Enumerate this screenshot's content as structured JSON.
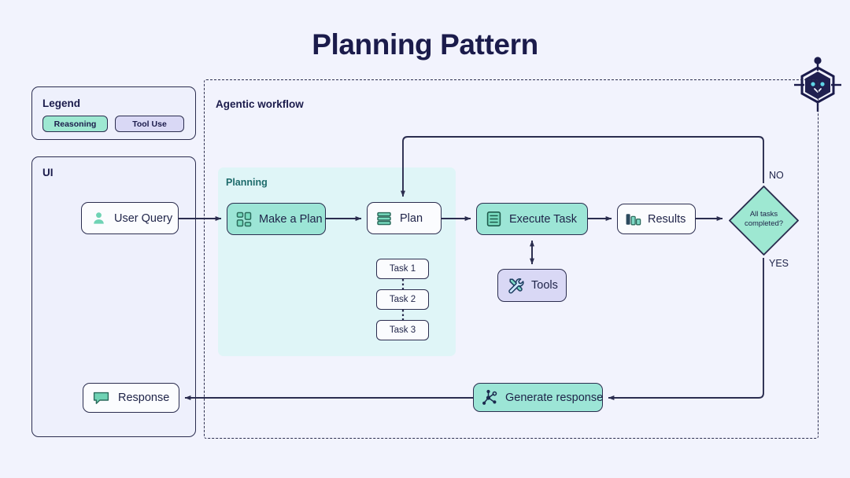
{
  "page": {
    "title": "Planning Pattern",
    "background": "#f2f3fd",
    "ink": "#1b1b4b"
  },
  "logo": {
    "name": "bot-logo",
    "alt": "robot head logo"
  },
  "legend": {
    "title": "Legend",
    "items": [
      {
        "label": "Reasoning",
        "color": "#9ee8d2",
        "kind": "reasoning"
      },
      {
        "label": "Tool Use",
        "color": "#d9d8f5",
        "kind": "tool-use"
      }
    ]
  },
  "ui_panel": {
    "title": "UI"
  },
  "agentic": {
    "title": "Agentic workflow"
  },
  "planning": {
    "title": "Planning",
    "color": "#dff5f7"
  },
  "nodes": {
    "user_query": {
      "label": "User Query",
      "icon": "user-icon",
      "style": "white"
    },
    "make_plan": {
      "label": "Make a Plan",
      "icon": "grid-layout-icon",
      "style": "reasoning"
    },
    "plan": {
      "label": "Plan",
      "icon": "stacked-layers-icon",
      "style": "white"
    },
    "execute_task": {
      "label": "Execute Task",
      "icon": "document-list-icon",
      "style": "reasoning"
    },
    "results": {
      "label": "Results",
      "icon": "bar-chart-icon",
      "style": "white"
    },
    "tools": {
      "label": "Tools",
      "icon": "wrench-screwdriver-icon",
      "style": "tool-use"
    },
    "generate_response": {
      "label": "Generate response",
      "icon": "node-graph-icon",
      "style": "reasoning"
    },
    "response": {
      "label": "Response",
      "icon": "chat-bubble-icon",
      "style": "white"
    }
  },
  "tasks": [
    {
      "label": "Task 1"
    },
    {
      "label": "Task 2"
    },
    {
      "label": "Task 3"
    }
  ],
  "decision": {
    "line1": "All tasks",
    "line2": "completed?",
    "branch_no": "NO",
    "branch_yes": "YES",
    "color": "#9ee8d2"
  },
  "colors": {
    "reasoning_fill": "#9ce5d6",
    "tool_fill": "#d9d8f5",
    "node_stroke": "#2b2d4f",
    "node_fill": "#fbfcfe",
    "planning_fill": "#dff5f7",
    "panel_fill": "#eef0fc",
    "icon_green": "#6fd3b4",
    "accent_cyan": "#5fd6e6"
  }
}
